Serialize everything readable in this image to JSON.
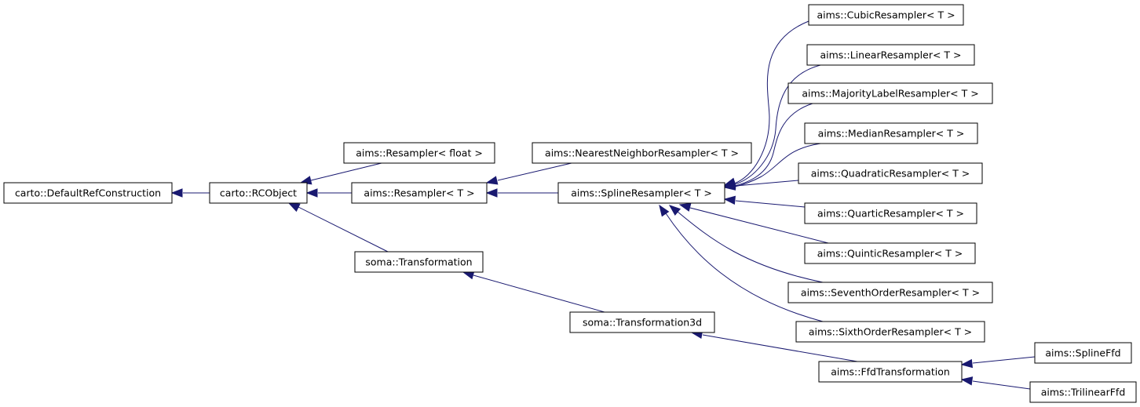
{
  "colors": {
    "edge": "#191970",
    "node_border": "#000000",
    "node_fill": "#ffffff",
    "text": "#000000"
  },
  "nodes": [
    {
      "id": "default_ref",
      "label": "carto::DefaultRefConstruction"
    },
    {
      "id": "rcobject",
      "label": "carto::RCObject"
    },
    {
      "id": "resampler_float",
      "label": "aims::Resampler< float >"
    },
    {
      "id": "resampler_t",
      "label": "aims::Resampler< T >"
    },
    {
      "id": "nearest",
      "label": "aims::NearestNeighborResampler< T >"
    },
    {
      "id": "spline",
      "label": "aims::SplineResampler< T >"
    },
    {
      "id": "cubic",
      "label": "aims::CubicResampler< T >"
    },
    {
      "id": "linear",
      "label": "aims::LinearResampler< T >"
    },
    {
      "id": "majority",
      "label": "aims::MajorityLabelResampler< T >"
    },
    {
      "id": "median",
      "label": "aims::MedianResampler< T >"
    },
    {
      "id": "quadratic",
      "label": "aims::QuadraticResampler< T >"
    },
    {
      "id": "quartic",
      "label": "aims::QuarticResampler< T >"
    },
    {
      "id": "quintic",
      "label": "aims::QuinticResampler< T >"
    },
    {
      "id": "seventh",
      "label": "aims::SeventhOrderResampler< T >"
    },
    {
      "id": "sixth",
      "label": "aims::SixthOrderResampler< T >"
    },
    {
      "id": "transformation",
      "label": "soma::Transformation"
    },
    {
      "id": "transformation3d",
      "label": "soma::Transformation3d"
    },
    {
      "id": "ffd",
      "label": "aims::FfdTransformation"
    },
    {
      "id": "splineffd",
      "label": "aims::SplineFfd"
    },
    {
      "id": "trilinearffd",
      "label": "aims::TrilinearFfd"
    }
  ],
  "edges": [
    {
      "from": "rcobject",
      "to": "default_ref"
    },
    {
      "from": "resampler_float",
      "to": "rcobject"
    },
    {
      "from": "resampler_t",
      "to": "rcobject"
    },
    {
      "from": "transformation",
      "to": "rcobject"
    },
    {
      "from": "nearest",
      "to": "resampler_t"
    },
    {
      "from": "spline",
      "to": "resampler_t"
    },
    {
      "from": "cubic",
      "to": "spline"
    },
    {
      "from": "linear",
      "to": "spline"
    },
    {
      "from": "majority",
      "to": "spline"
    },
    {
      "from": "median",
      "to": "spline"
    },
    {
      "from": "quadratic",
      "to": "spline"
    },
    {
      "from": "quartic",
      "to": "spline"
    },
    {
      "from": "quintic",
      "to": "spline"
    },
    {
      "from": "seventh",
      "to": "spline"
    },
    {
      "from": "sixth",
      "to": "spline"
    },
    {
      "from": "transformation3d",
      "to": "transformation"
    },
    {
      "from": "ffd",
      "to": "transformation3d"
    },
    {
      "from": "splineffd",
      "to": "ffd"
    },
    {
      "from": "trilinearffd",
      "to": "ffd"
    }
  ]
}
